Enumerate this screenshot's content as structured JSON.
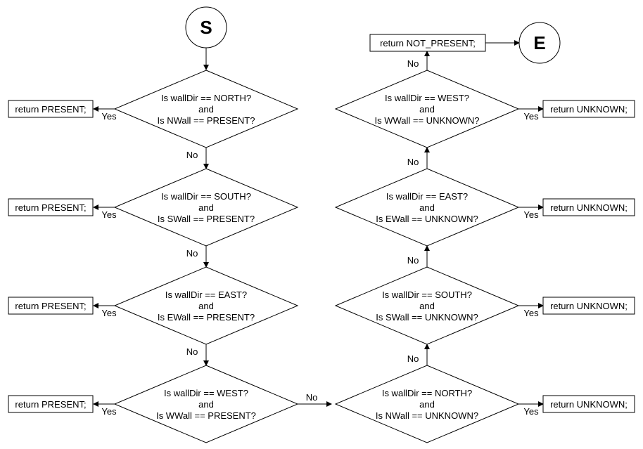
{
  "start": {
    "label": "S"
  },
  "end": {
    "label": "E"
  },
  "left_column": [
    {
      "lines": [
        "Is wallDir == NORTH?",
        "and",
        "Is NWall == PRESENT?"
      ],
      "result": "return PRESENT;",
      "yes": "Yes",
      "no": "No"
    },
    {
      "lines": [
        "Is wallDir == SOUTH?",
        "and",
        "Is SWall == PRESENT?"
      ],
      "result": "return PRESENT;",
      "yes": "Yes",
      "no": "No"
    },
    {
      "lines": [
        "Is wallDir == EAST?",
        "and",
        "Is EWall == PRESENT?"
      ],
      "result": "return PRESENT;",
      "yes": "Yes",
      "no": "No"
    },
    {
      "lines": [
        "Is wallDir == WEST?",
        "and",
        "Is WWall == PRESENT?"
      ],
      "result": "return PRESENT;",
      "yes": "Yes",
      "no": "No"
    }
  ],
  "right_column": [
    {
      "lines": [
        "Is wallDir == WEST?",
        "and",
        "Is WWall == UNKNOWN?"
      ],
      "result": "return UNKNOWN;",
      "yes": "Yes",
      "no": "No"
    },
    {
      "lines": [
        "Is wallDir == EAST?",
        "and",
        "Is EWall == UNKNOWN?"
      ],
      "result": "return UNKNOWN;",
      "yes": "Yes",
      "no": "No"
    },
    {
      "lines": [
        "Is wallDir == SOUTH?",
        "and",
        "Is SWall == UNKNOWN?"
      ],
      "result": "return UNKNOWN;",
      "yes": "Yes",
      "no": "No"
    },
    {
      "lines": [
        "Is wallDir == NORTH?",
        "and",
        "Is NWall == UNKNOWN?"
      ],
      "result": "return UNKNOWN;",
      "yes": "Yes",
      "no": "No"
    }
  ],
  "not_present": {
    "label": "return NOT_PRESENT;"
  }
}
